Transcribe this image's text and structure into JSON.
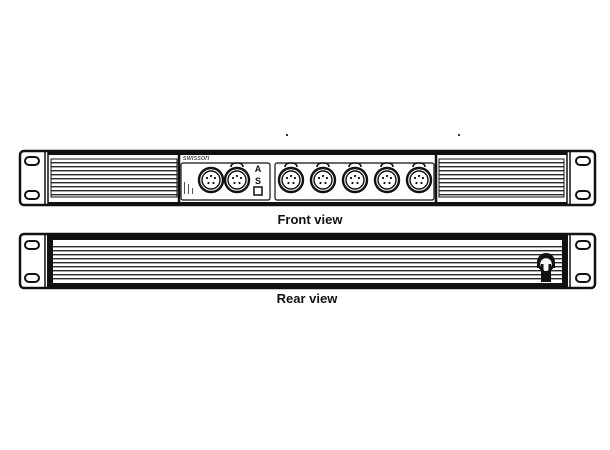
{
  "diagram": {
    "type": "technical-drawing",
    "subject": "1U 19-inch rack DMX splitter",
    "stroke_color": "#111111",
    "background_color": "#ffffff",
    "grille_stripe_color": "#9a9a9a"
  },
  "front_view": {
    "caption": "Front view",
    "brand_label": "swisson",
    "input_connectors": 2,
    "output_connectors": 5,
    "indicator_symbols": [
      "A",
      "S",
      "□"
    ]
  },
  "rear_view": {
    "caption": "Rear view",
    "power_connector": "power-inlet"
  }
}
